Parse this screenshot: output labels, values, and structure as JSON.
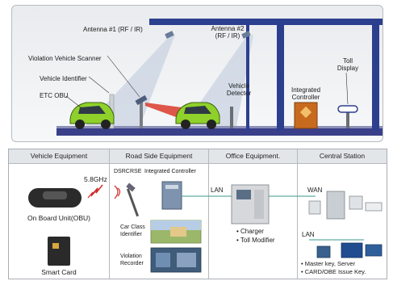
{
  "top": {
    "antenna1": "Antenna #1 (RF / IR)",
    "antenna2_line1": "Antenna #2",
    "antenna2_line2": "(RF / IR)",
    "scanner": "Violation Vehicle Scanner",
    "identifier": "Vehicle Identifier",
    "etc_obu": "ETC OBU",
    "detector_line1": "Vehicle",
    "detector_line2": "Detector",
    "controller_line1": "Integrated",
    "controller_line2": "Controller",
    "toll_line1": "Toll",
    "toll_line2": "Display"
  },
  "bottom": {
    "columns": [
      "Vehicle Equipment",
      "Road Side Equipment",
      "Office Equipment.",
      "Central Station"
    ],
    "vehicle": {
      "freq": "5.8GHz",
      "obu": "On Board Unit(OBU)",
      "card": "Smart Card"
    },
    "roadside": {
      "dsrc": "DSRC",
      "rse": "RSE",
      "controller": "Integrated Controller",
      "car_class_line1": "Car Class",
      "car_class_line2": "Identifier",
      "violation_line1": "Violation",
      "violation_line2": "Recorder"
    },
    "office": {
      "lan": "LAN",
      "items": [
        "Charger",
        "Toll Modifier"
      ]
    },
    "central": {
      "wan": "WAN",
      "lan": "LAN",
      "items": [
        "Master key, Server",
        "CARD/OBE Issue Key."
      ]
    }
  },
  "colors": {
    "pillar": "#2c3f8f",
    "beam": "#c9d3e2",
    "car": "#8fd12a",
    "road": "#3a3f8a",
    "controller": "#c86a1e",
    "laser": "#d93a2a"
  }
}
